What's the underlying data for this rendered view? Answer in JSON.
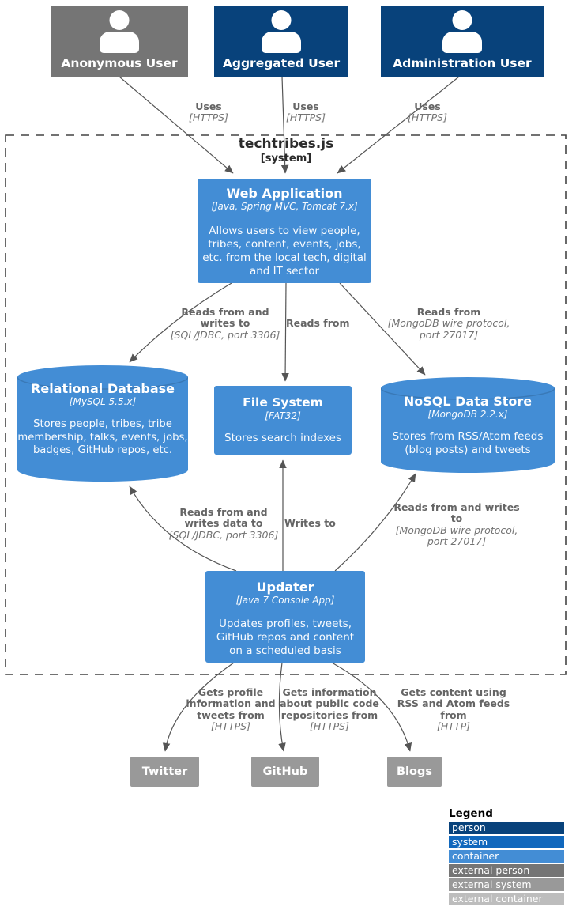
{
  "boundary": {
    "title": "techtribes.js",
    "subtitle": "[system]"
  },
  "people": [
    {
      "name": "Anonymous User",
      "type": "external person"
    },
    {
      "name": "Aggregated User",
      "type": "person"
    },
    {
      "name": "Administration User",
      "type": "person"
    }
  ],
  "containers": {
    "web_app": {
      "name": "Web Application",
      "technology": "[Java, Spring MVC, Tomcat 7.x]",
      "description": "Allows users to view people, tribes, content, events, jobs, etc. from the local tech, digital and IT sector"
    },
    "relational_db": {
      "name": "Relational Database",
      "technology": "[MySQL 5.5.x]",
      "description": "Stores people, tribes, tribe membership, talks, events, jobs, badges, GitHub repos, etc."
    },
    "file_system": {
      "name": "File System",
      "technology": "[FAT32]",
      "description": "Stores search indexes"
    },
    "nosql": {
      "name": "NoSQL Data Store",
      "technology": "[MongoDB 2.2.x]",
      "description": "Stores from RSS/Atom feeds (blog posts) and tweets"
    },
    "updater": {
      "name": "Updater",
      "technology": "[Java 7 Console App]",
      "description": "Updates profiles, tweets, GitHub repos and content on a scheduled basis"
    }
  },
  "external_systems": [
    {
      "name": "Twitter"
    },
    {
      "name": "GitHub"
    },
    {
      "name": "Blogs"
    }
  ],
  "relationships": [
    {
      "desc": "Uses",
      "tech": "[HTTPS]"
    },
    {
      "desc": "Uses",
      "tech": "[HTTPS]"
    },
    {
      "desc": "Uses",
      "tech": "[HTTPS]"
    },
    {
      "desc": "Reads from and writes to",
      "tech": "[SQL/JDBC, port 3306]"
    },
    {
      "desc": "Reads from",
      "tech": ""
    },
    {
      "desc": "Reads from",
      "tech": "[MongoDB wire protocol, port 27017]"
    },
    {
      "desc": "Reads from and writes data to",
      "tech": "[SQL/JDBC, port 3306]"
    },
    {
      "desc": "Writes to",
      "tech": ""
    },
    {
      "desc": "Reads from and writes to",
      "tech": "[MongoDB wire protocol, port 27017]"
    },
    {
      "desc": "Gets profile information and tweets from",
      "tech": "[HTTPS]"
    },
    {
      "desc": "Gets information about public code repositories from",
      "tech": "[HTTPS]"
    },
    {
      "desc": "Gets content using RSS and Atom feeds from",
      "tech": "[HTTP]"
    }
  ],
  "legend": {
    "title": "Legend",
    "items": [
      {
        "label": "person",
        "color": "#08427b"
      },
      {
        "label": "system",
        "color": "#1168bd"
      },
      {
        "label": "container",
        "color": "#438dd5"
      },
      {
        "label": "external person",
        "color": "#757575"
      },
      {
        "label": "external system",
        "color": "#999999"
      },
      {
        "label": "external container",
        "color": "#bdbdbd"
      }
    ]
  },
  "colors": {
    "edge": "#555555",
    "boundary": "#444444",
    "label_text": "#656565"
  }
}
